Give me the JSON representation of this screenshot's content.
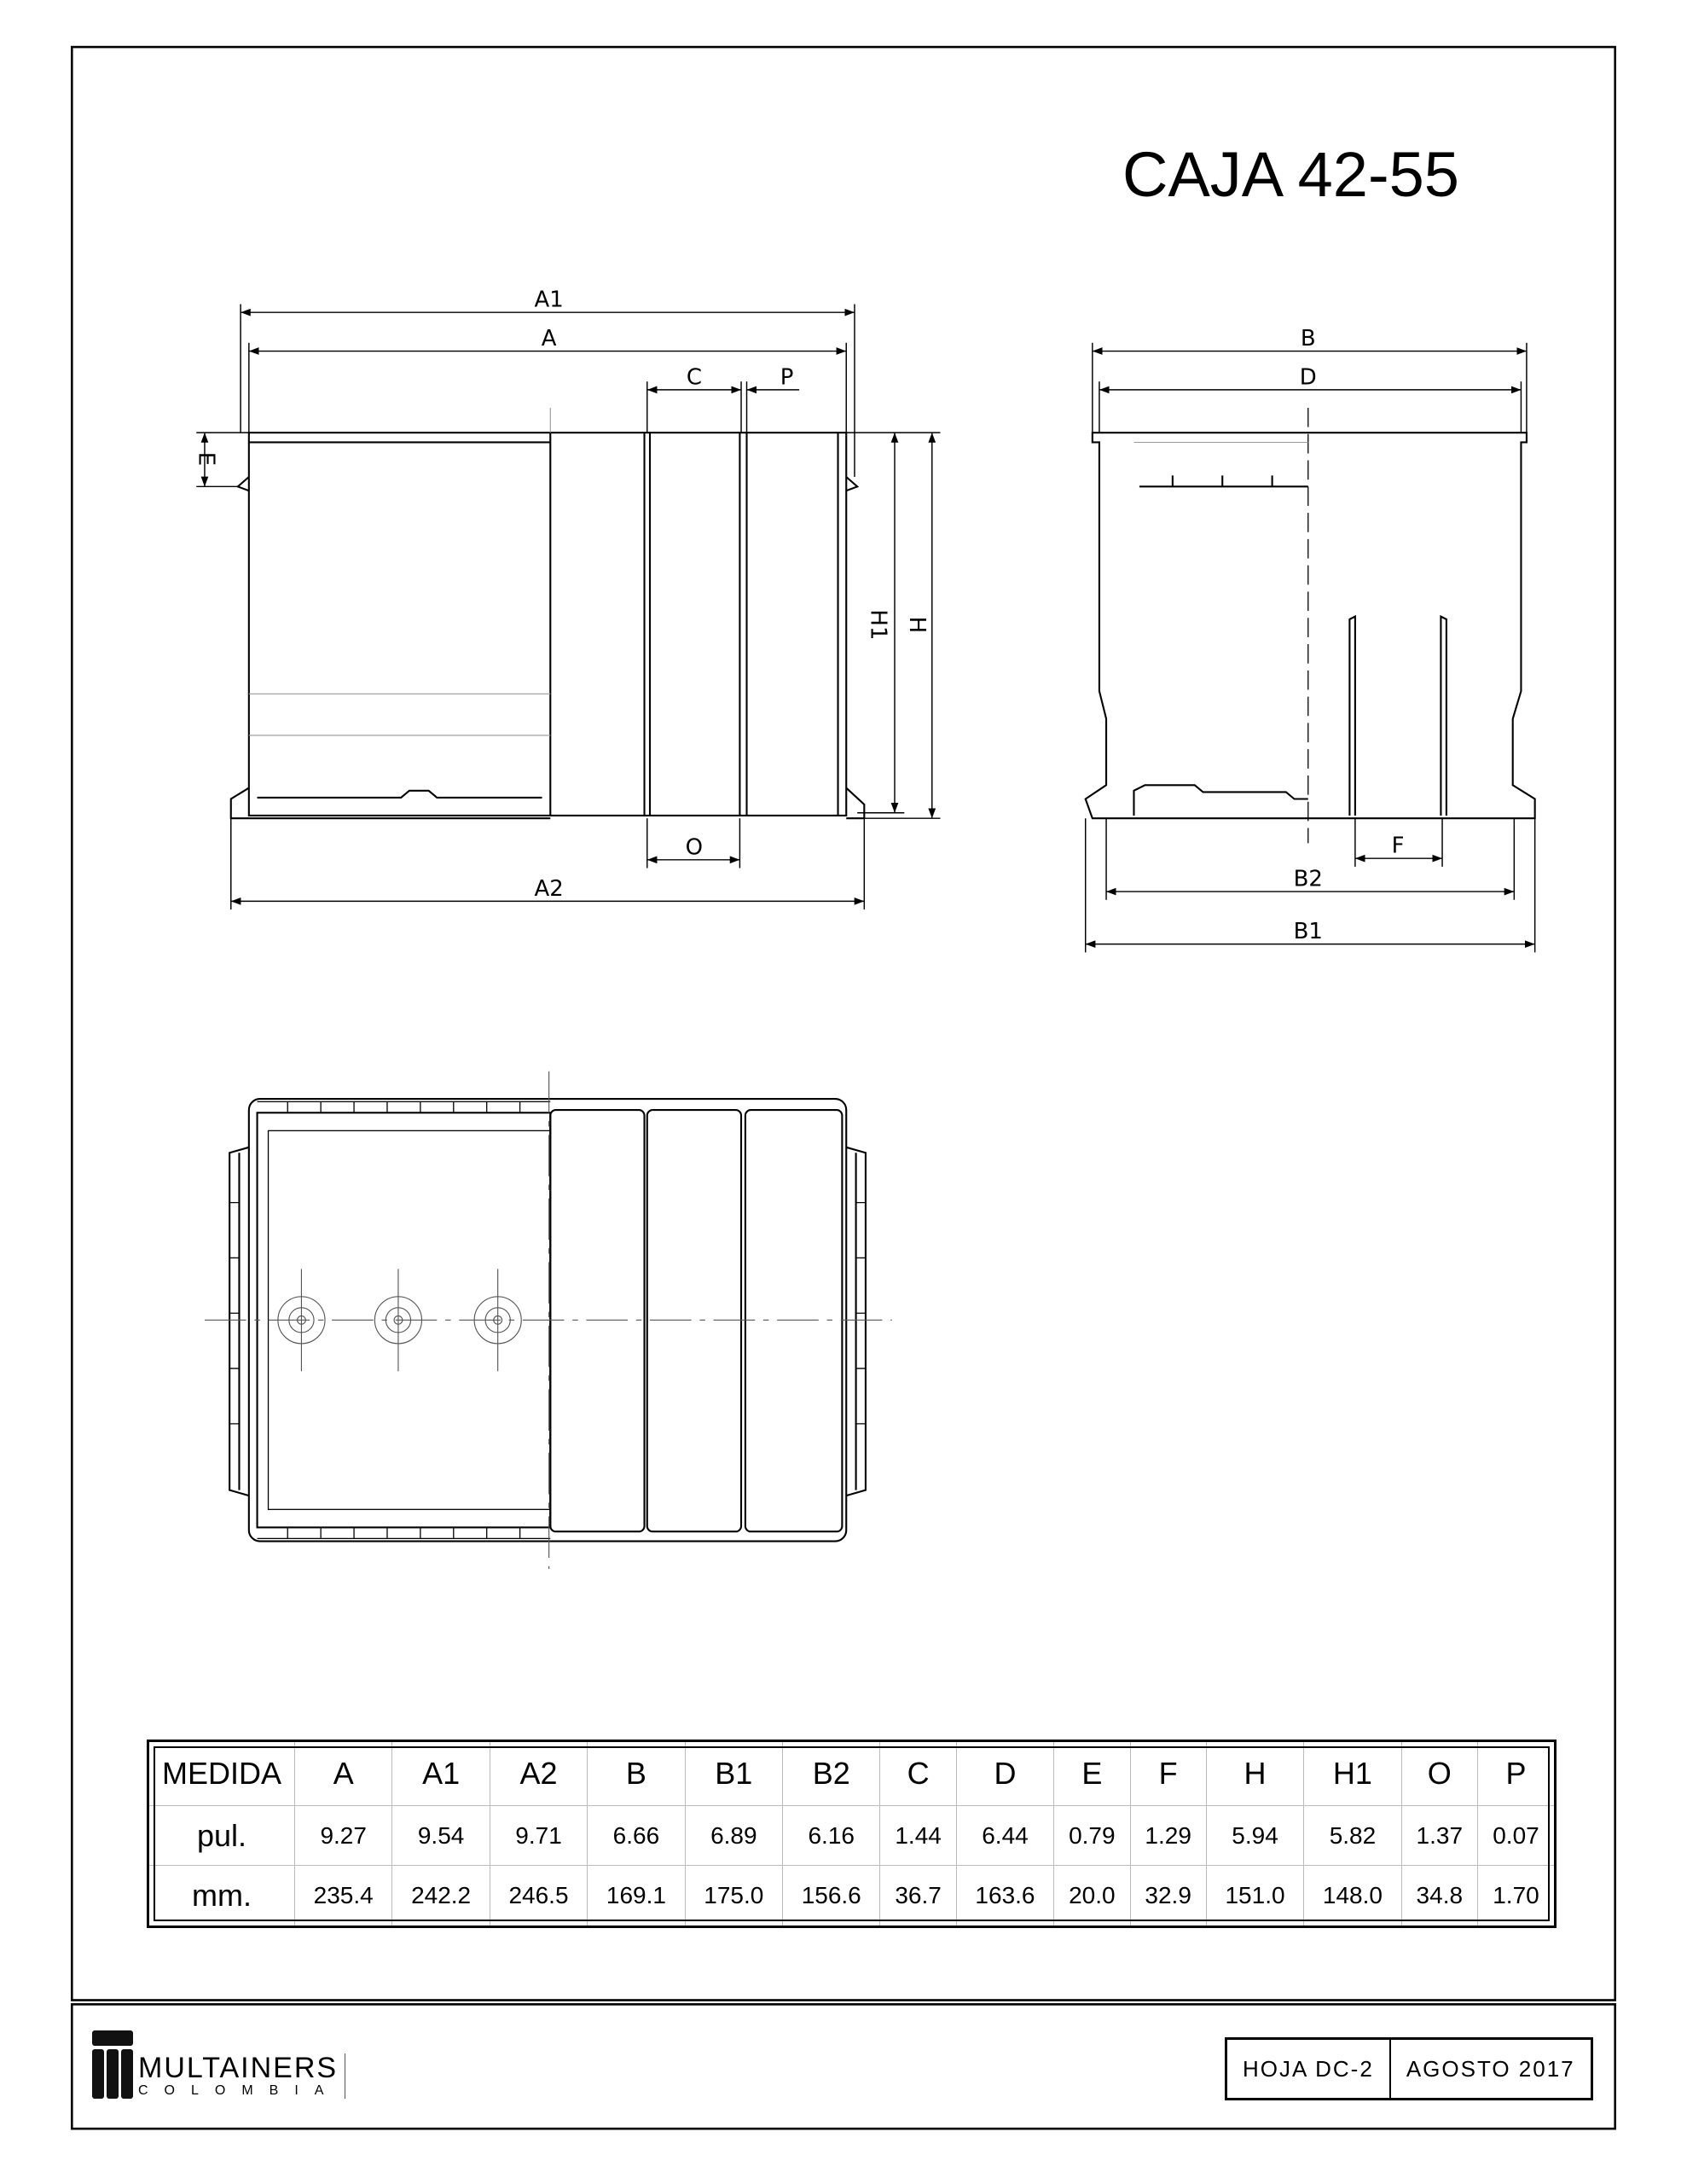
{
  "title": "CAJA 42-55",
  "dimension_labels": {
    "A1": "A1",
    "A": "A",
    "C": "C",
    "P": "P",
    "E": "E",
    "H1": "H1",
    "H": "H",
    "O": "O",
    "A2": "A2",
    "B": "B",
    "D": "D",
    "F": "F",
    "B2": "B2",
    "B1": "B1"
  },
  "table": {
    "header": [
      "MEDIDA",
      "A",
      "A1",
      "A2",
      "B",
      "B1",
      "B2",
      "C",
      "D",
      "E",
      "F",
      "H",
      "H1",
      "O",
      "P"
    ],
    "rows": [
      {
        "label": "pul.",
        "values": [
          "9.27",
          "9.54",
          "9.71",
          "6.66",
          "6.89",
          "6.16",
          "1.44",
          "6.44",
          "0.79",
          "1.29",
          "5.94",
          "5.82",
          "1.37",
          "0.07"
        ]
      },
      {
        "label": "mm.",
        "values": [
          "235.4",
          "242.2",
          "246.5",
          "169.1",
          "175.0",
          "156.6",
          "36.7",
          "163.6",
          "20.0",
          "32.9",
          "151.0",
          "148.0",
          "34.8",
          "1.70"
        ]
      }
    ]
  },
  "footer": {
    "logo_brand": "MULTAINERS",
    "logo_sub": "COLOMBIA",
    "sheet": "HOJA DC-2",
    "date": "AGOSTO 2017"
  }
}
